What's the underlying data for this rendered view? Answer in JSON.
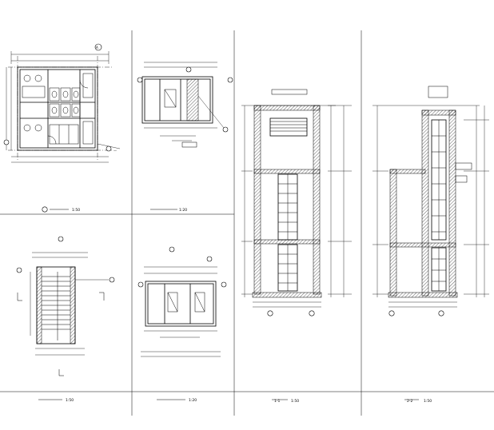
{
  "drawings": [
    {
      "key": "plan_toilet",
      "title": "",
      "scale": "1:50"
    },
    {
      "key": "detail_a",
      "title": "",
      "scale": "1:20"
    },
    {
      "key": "stair_plan",
      "title": "",
      "scale": "1:50"
    },
    {
      "key": "detail_b",
      "title": "",
      "scale": "1:20"
    },
    {
      "key": "section_1",
      "title": "1-1",
      "scale": "1:50"
    },
    {
      "key": "section_2",
      "title": "2-2",
      "scale": "1:50"
    }
  ],
  "colors": {
    "line": "#000000",
    "paper": "#ffffff"
  }
}
